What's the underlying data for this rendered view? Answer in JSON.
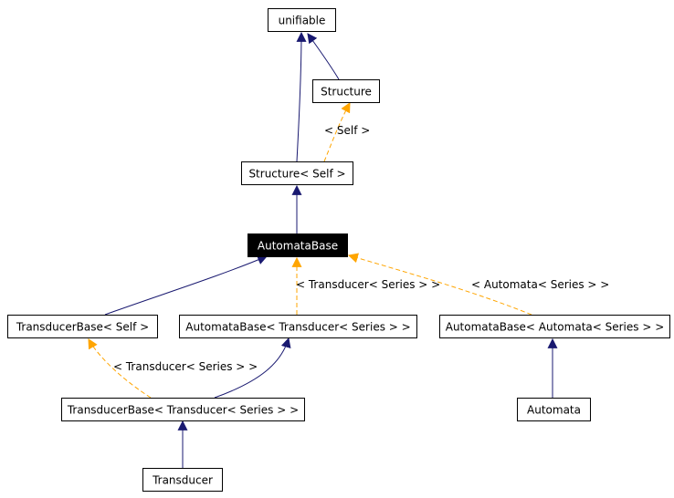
{
  "colors": {
    "inheritance": "#191970",
    "template": "#ffa500",
    "highlight_fill": "#000000",
    "highlight_text": "#ffffff"
  },
  "nodes": [
    {
      "id": "unifiable",
      "label": "unifiable"
    },
    {
      "id": "structure",
      "label": "Structure"
    },
    {
      "id": "structure_self",
      "label": "Structure< Self >"
    },
    {
      "id": "automata_base",
      "label": "AutomataBase",
      "highlight": true
    },
    {
      "id": "transducer_base_self",
      "label": "TransducerBase< Self >"
    },
    {
      "id": "automata_base_transducer",
      "label": "AutomataBase< Transducer< Series > >"
    },
    {
      "id": "automata_base_automata",
      "label": "AutomataBase< Automata< Series > >"
    },
    {
      "id": "transducer_base_transducer",
      "label": "TransducerBase< Transducer< Series > >"
    },
    {
      "id": "automata",
      "label": "Automata"
    },
    {
      "id": "transducer",
      "label": "Transducer"
    }
  ],
  "edges": [
    {
      "id": "e1",
      "from": "structure_self",
      "to": "unifiable",
      "kind": "inheritance"
    },
    {
      "id": "e2",
      "from": "structure",
      "to": "unifiable",
      "kind": "inheritance"
    },
    {
      "id": "e3",
      "from": "structure_self",
      "to": "structure",
      "kind": "template",
      "label": "< Self >"
    },
    {
      "id": "e4",
      "from": "automata_base",
      "to": "structure_self",
      "kind": "inheritance"
    },
    {
      "id": "e5",
      "from": "transducer_base_self",
      "to": "automata_base",
      "kind": "inheritance"
    },
    {
      "id": "e6",
      "from": "automata_base_transducer",
      "to": "automata_base",
      "kind": "template",
      "label": "< Transducer< Series > >"
    },
    {
      "id": "e7",
      "from": "automata_base_automata",
      "to": "automata_base",
      "kind": "template",
      "label": "< Automata< Series > >"
    },
    {
      "id": "e8",
      "from": "transducer_base_transducer",
      "to": "transducer_base_self",
      "kind": "template",
      "label": "< Transducer< Series > >"
    },
    {
      "id": "e9",
      "from": "transducer_base_transducer",
      "to": "automata_base_transducer",
      "kind": "inheritance"
    },
    {
      "id": "e10",
      "from": "automata",
      "to": "automata_base_automata",
      "kind": "inheritance"
    },
    {
      "id": "e11",
      "from": "transducer",
      "to": "transducer_base_transducer",
      "kind": "inheritance"
    }
  ]
}
